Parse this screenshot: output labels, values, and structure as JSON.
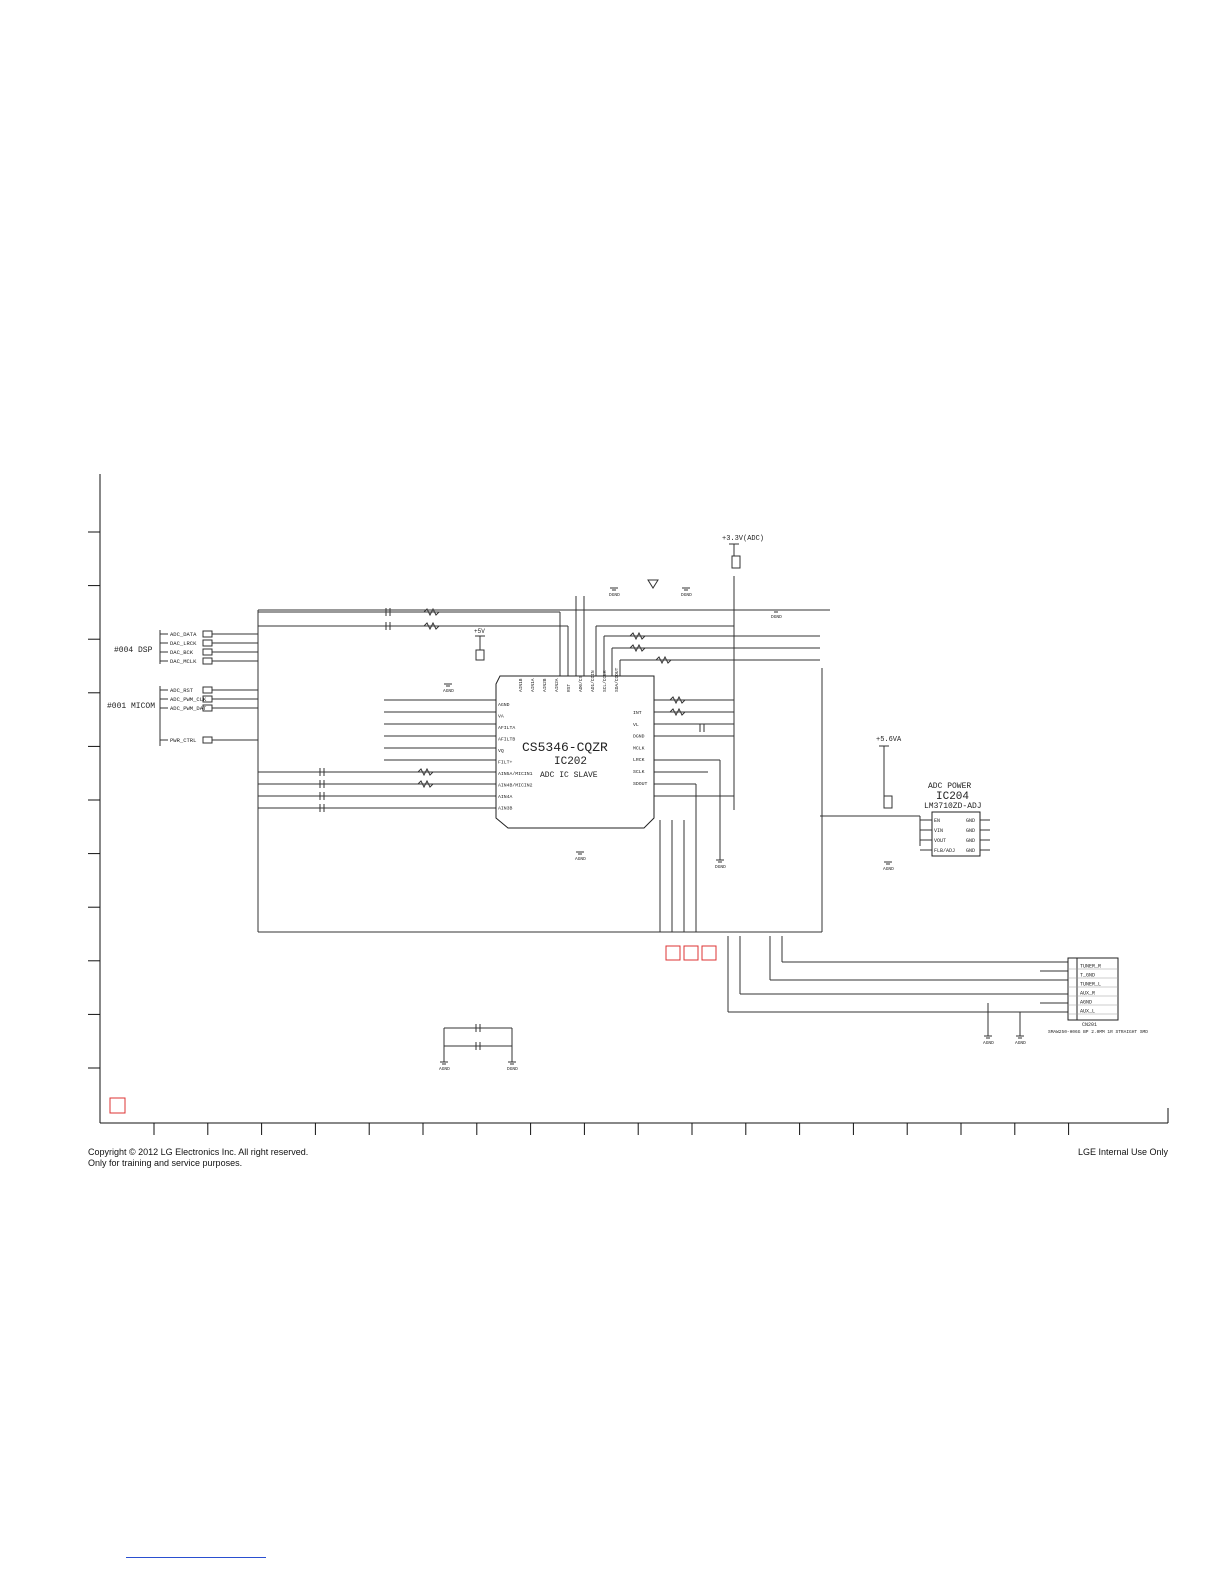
{
  "schematic": {
    "blocks": {
      "dsp": {
        "label": "#004 DSP",
        "ports": [
          "ADC_DATA",
          "DAC_LRCK",
          "DAC_BCK",
          "DAC_MCLK"
        ]
      },
      "micom": {
        "label": "#001 MICOM",
        "ports": [
          "ADC_RST",
          "ADC_PWM_CLK",
          "ADC_PWM_DAT",
          "PWR_CTRL"
        ]
      }
    },
    "main_ic": {
      "part": "CS5346-CQZR",
      "ref": "IC202",
      "role": "ADC IC SLAVE",
      "left_pins": [
        "AGND",
        "VA",
        "AFILTA",
        "AFILTB",
        "VQ",
        "FILT+",
        "AIN5A/MICIN1",
        "AIN4B/MICIN2",
        "AIN4A",
        "AIN3B"
      ],
      "right_pins": [
        "INT",
        "VL",
        "DGND",
        "MCLK",
        "LRCK",
        "SCLK",
        "SDOUT"
      ],
      "top_pins": [
        "AIN1B",
        "AIN1A",
        "AIN2B",
        "AIN2A",
        "RST",
        "AD0/CS",
        "AD1/CDIN",
        "SCL/CCLK",
        "SDA/CDOUT"
      ]
    },
    "power_ic": {
      "title": "ADC POWER",
      "ref": "IC204",
      "part": "LM3710ZD-ADJ",
      "pins_left": [
        "EN",
        "VIN",
        "VOUT",
        "FLB/ADJ"
      ],
      "pins_right": [
        "GND",
        "GND",
        "GND",
        "GND"
      ]
    },
    "rails": {
      "adc": "+3.3V(ADC)",
      "main": "+5V",
      "aux": "+5.6VA"
    },
    "grounds": [
      "AGND",
      "DGND"
    ],
    "connector": {
      "pins": [
        "TUNER_R",
        "T_GND",
        "TUNER_L",
        "AUX_R",
        "AGND",
        "AUX_L"
      ],
      "ref": "CN201",
      "note": "SMAW250-H06G BP 2.0MM 1R STRAIGHT SMD"
    }
  },
  "footer": {
    "copyright_line1": "Copyright © 2012 LG Electronics Inc. All right reserved.",
    "copyright_line2": "Only for training and service purposes.",
    "internal": "LGE Internal Use Only"
  }
}
